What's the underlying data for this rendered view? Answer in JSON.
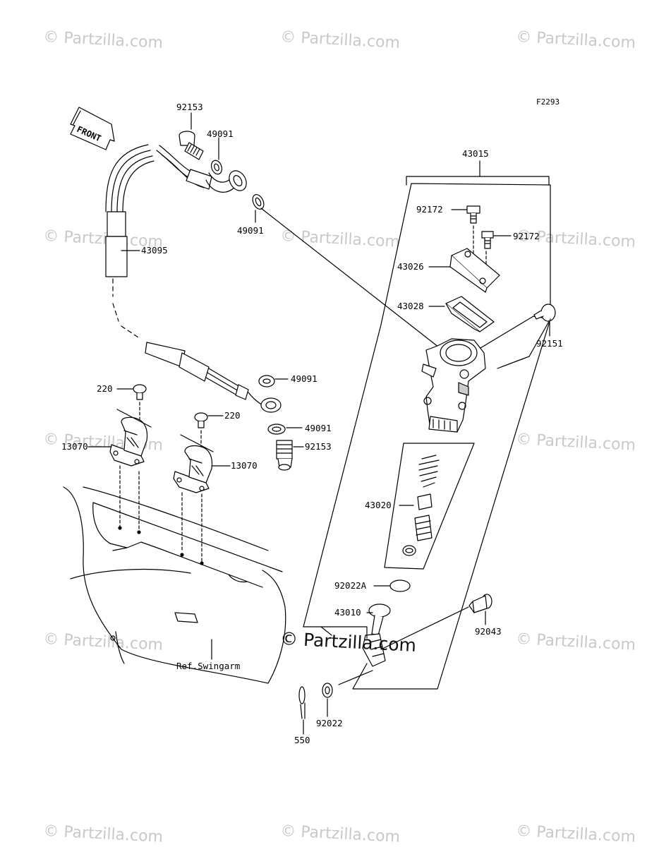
{
  "figure_code": "F2293",
  "front_label": "FRONT",
  "watermark": "© Partzilla.com",
  "parts": [
    {
      "id": "p92153a",
      "num": "92153"
    },
    {
      "id": "p49091a",
      "num": "49091"
    },
    {
      "id": "p49091b",
      "num": "49091"
    },
    {
      "id": "p43095",
      "num": "43095"
    },
    {
      "id": "p43015",
      "num": "43015"
    },
    {
      "id": "p92172a",
      "num": "92172"
    },
    {
      "id": "p92172b",
      "num": "92172"
    },
    {
      "id": "p43026",
      "num": "43026"
    },
    {
      "id": "p43028",
      "num": "43028"
    },
    {
      "id": "p92151",
      "num": "92151"
    },
    {
      "id": "p49091c",
      "num": "49091"
    },
    {
      "id": "p49091d",
      "num": "49091"
    },
    {
      "id": "p92153b",
      "num": "92153"
    },
    {
      "id": "p220a",
      "num": "220"
    },
    {
      "id": "p220b",
      "num": "220"
    },
    {
      "id": "p13070a",
      "num": "13070"
    },
    {
      "id": "p13070b",
      "num": "13070"
    },
    {
      "id": "p43020",
      "num": "43020"
    },
    {
      "id": "p92022A",
      "num": "92022A"
    },
    {
      "id": "p43010",
      "num": "43010"
    },
    {
      "id": "p92043",
      "num": "92043"
    },
    {
      "id": "p550",
      "num": "550"
    },
    {
      "id": "p92022",
      "num": "92022"
    }
  ],
  "reference_label": "Ref.Swingarm"
}
